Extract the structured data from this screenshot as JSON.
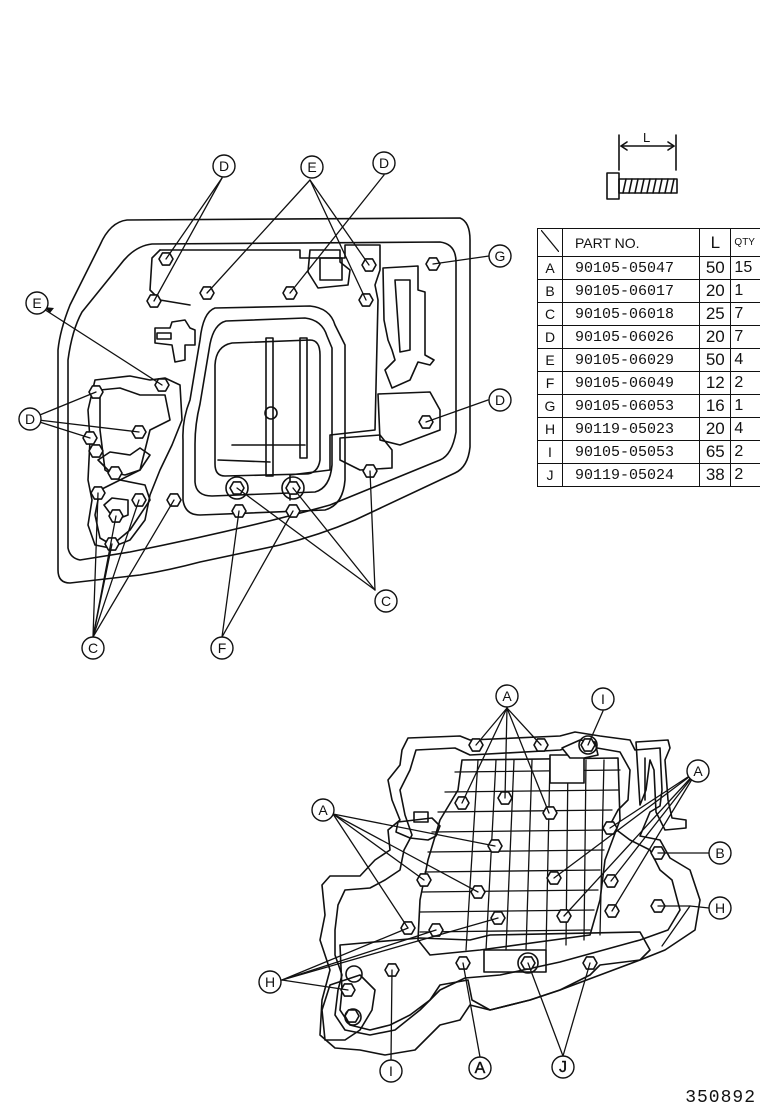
{
  "bolt_dimension_label": "L",
  "table": {
    "headers": {
      "part_no": "PART NO.",
      "length": "L",
      "qty": "QTY"
    },
    "rows": [
      {
        "id": "A",
        "part_no": "90105-05047",
        "length": "50",
        "qty": "15"
      },
      {
        "id": "B",
        "part_no": "90105-06017",
        "length": "20",
        "qty": "1"
      },
      {
        "id": "C",
        "part_no": "90105-06018",
        "length": "25",
        "qty": "7"
      },
      {
        "id": "D",
        "part_no": "90105-06026",
        "length": "20",
        "qty": "7"
      },
      {
        "id": "E",
        "part_no": "90105-06029",
        "length": "50",
        "qty": "4"
      },
      {
        "id": "F",
        "part_no": "90105-06049",
        "length": "12",
        "qty": "2"
      },
      {
        "id": "G",
        "part_no": "90105-06053",
        "length": "16",
        "qty": "1"
      },
      {
        "id": "H",
        "part_no": "90119-05023",
        "length": "20",
        "qty": "4"
      },
      {
        "id": "I",
        "part_no": "90105-05053",
        "length": "65",
        "qty": "2"
      },
      {
        "id": "J",
        "part_no": "90119-05024",
        "length": "38",
        "qty": "2"
      }
    ]
  },
  "callouts": {
    "top_D1": "D",
    "top_E1": "E",
    "top_D2": "D",
    "top_G": "G",
    "top_E2": "E",
    "top_D3": "D",
    "top_D4": "D",
    "top_C1": "C",
    "top_C2": "C",
    "top_F": "F",
    "bottom_A1": "A",
    "bottom_I1": "I",
    "bottom_A2": "A",
    "bottom_A3": "A",
    "bottom_B": "B",
    "bottom_H1": "H",
    "bottom_H2": "H",
    "bottom_I2": "I",
    "bottom_A4": "A",
    "bottom_J": "J"
  },
  "figure_code": "350892"
}
